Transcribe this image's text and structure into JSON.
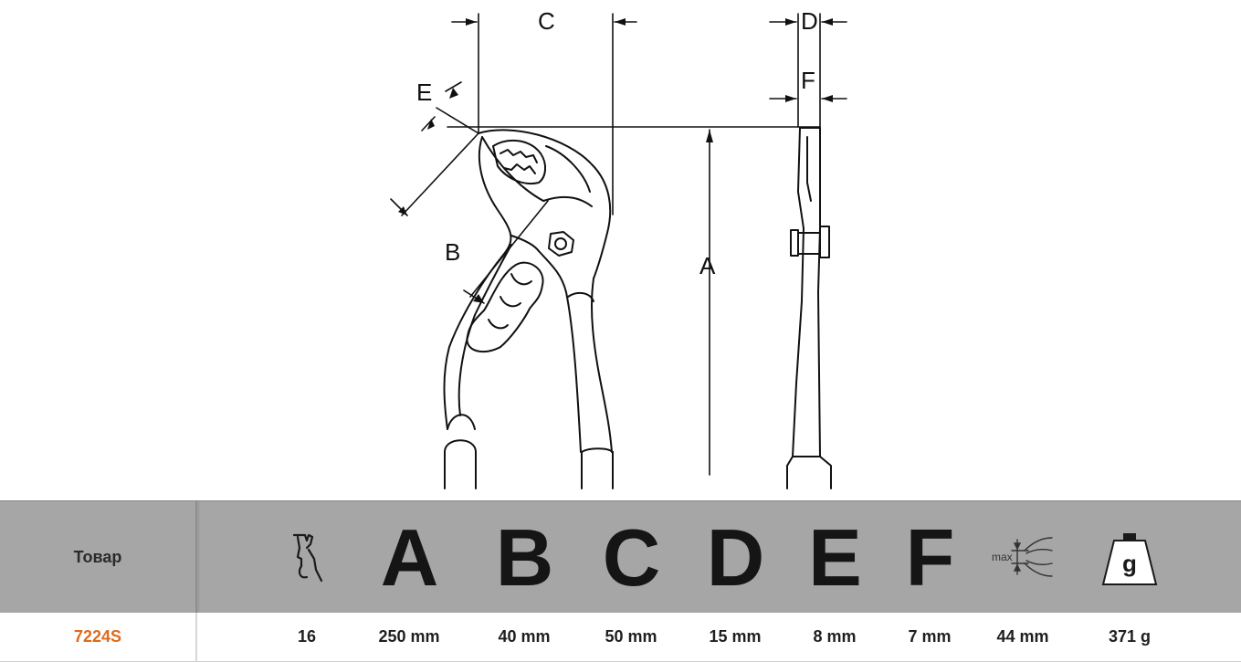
{
  "drawing": {
    "dimension_labels": {
      "A": "A",
      "B": "B",
      "C": "C",
      "D": "D",
      "E": "E",
      "F": "F"
    }
  },
  "spec_table": {
    "header": {
      "product_label": "Товар",
      "icons": [
        "jaw-positions-icon",
        "max-capacity-icon",
        "weight-icon"
      ],
      "letters": [
        "A",
        "B",
        "C",
        "D",
        "E",
        "F"
      ],
      "max_label": "max",
      "weight_unit": "g"
    },
    "row": {
      "product_code": "7224S",
      "positions": "16",
      "A": "250 mm",
      "B": "40 mm",
      "C": "50 mm",
      "D": "15 mm",
      "E": "8 mm",
      "F": "7 mm",
      "capacity": "44 mm",
      "weight": "371 g"
    },
    "colors": {
      "header_bg": "#a6a6a6",
      "product_code": "#e06a1b"
    }
  }
}
